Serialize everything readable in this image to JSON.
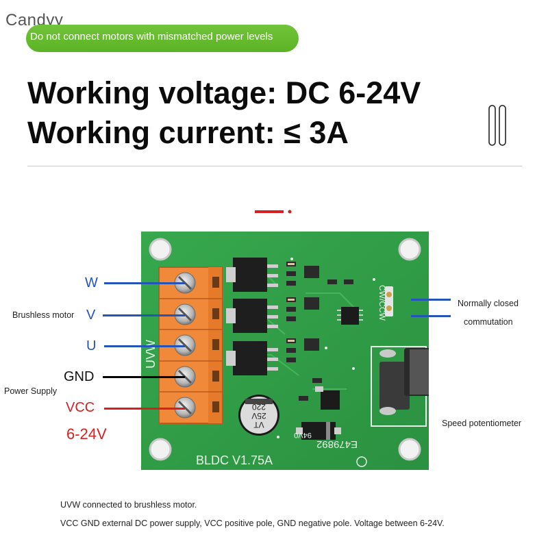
{
  "brand": "Candyy",
  "banner": "Do not connect motors with mismatched power levels",
  "specs": {
    "voltage": "Working voltage: DC 6-24V",
    "current": "Working current: ≤ 3A"
  },
  "pins": {
    "w": "W",
    "v": "V",
    "u": "U",
    "gnd": "GND",
    "vcc": "VCC",
    "voltage_range": "6-24V"
  },
  "group_labels": {
    "brushless_motor": "Brushless motor",
    "power_supply": "Power Supply"
  },
  "right_labels": {
    "normally_closed": "Normally closed",
    "commutation": "commutation",
    "speed_pot": "Speed potentiometer"
  },
  "board": {
    "model": "BLDC  V1.75A",
    "code": "E479892",
    "flame": "94V0",
    "cap_value": "220",
    "cap_voltage": "25V",
    "cap_series": "VT",
    "switch": "CW/CCW",
    "terminals": "UVW"
  },
  "notes": {
    "line1": "UVW connected to brushless motor.",
    "line2": "VCC GND external DC power supply, VCC positive pole, GND negative pole. Voltage between 6-24V."
  },
  "colors": {
    "banner": "#5bb324",
    "pcb": "#2f9e46",
    "terminal": "#f08a3a",
    "wire_blue": "#2454b8",
    "wire_black": "#000000",
    "wire_red": "#d81f1f"
  }
}
